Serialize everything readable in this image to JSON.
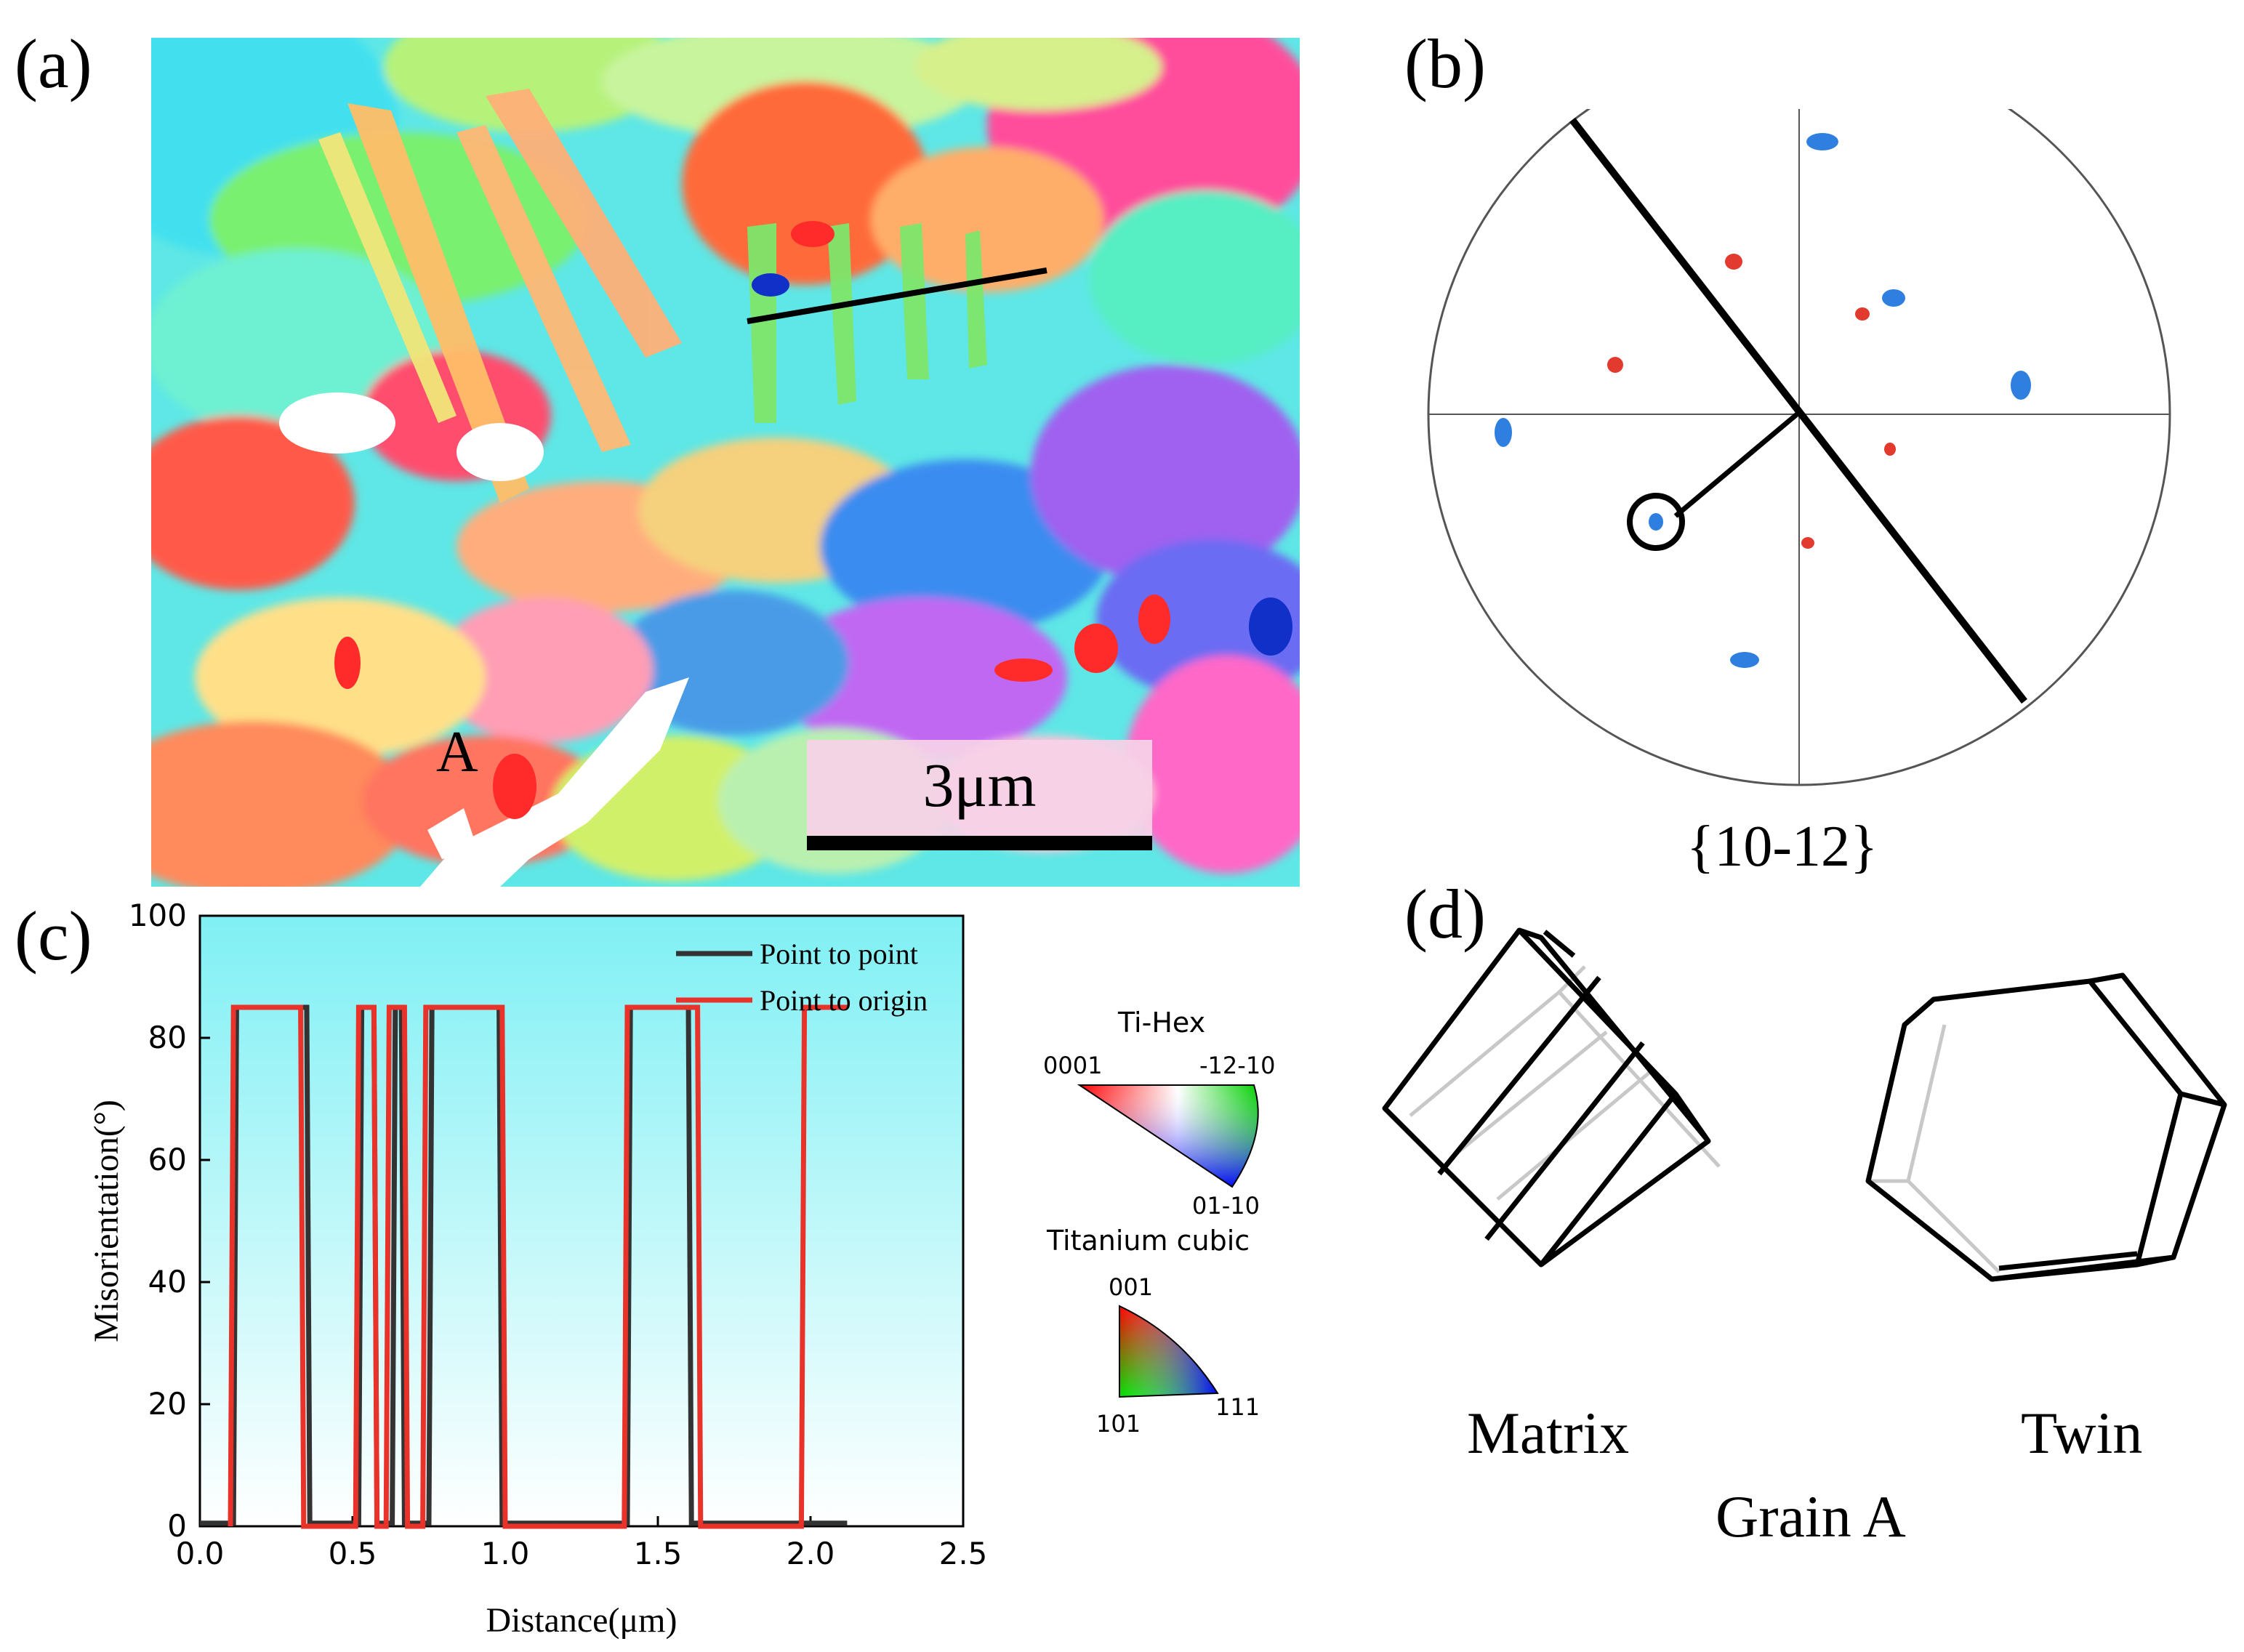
{
  "panels": {
    "a": {
      "label": "(a)",
      "grain_label": "A",
      "scale_bar": "3μm"
    },
    "b": {
      "label": "(b)",
      "pole_figure": "{10-12}",
      "colors": {
        "matrix": "#2f7fe0",
        "twin": "#e23a2e"
      }
    },
    "c": {
      "label": "(c)"
    },
    "d": {
      "label": "(d)",
      "matrix_label": "Matrix",
      "twin_label": "Twin",
      "caption": "Grain A"
    }
  },
  "color_keys": {
    "hex": {
      "title": "Ti-Hex",
      "c1": "0001",
      "c2": "-12-10",
      "c3": "01-10"
    },
    "cubic": {
      "title": "Titanium cubic",
      "c1": "001",
      "c2": "101",
      "c3": "111"
    }
  },
  "chart_data": {
    "type": "line",
    "title": "",
    "xlabel": "Distance(μm)",
    "ylabel": "Misorientation(°)",
    "xlim": [
      0.0,
      2.5
    ],
    "ylim": [
      0,
      100
    ],
    "xticks": [
      "0.0",
      "0.5",
      "1.0",
      "1.5",
      "2.0",
      "2.5"
    ],
    "yticks": [
      "0",
      "20",
      "40",
      "60",
      "80",
      "100"
    ],
    "legend_position": "top-right",
    "background": "cyan-to-white gradient",
    "series": [
      {
        "name": "Point to point",
        "color": "#333333",
        "x": [
          0.0,
          0.11,
          0.12,
          0.35,
          0.36,
          0.52,
          0.53,
          0.57,
          0.58,
          0.63,
          0.64,
          0.66,
          0.67,
          0.75,
          0.76,
          0.98,
          0.99,
          1.4,
          1.41,
          1.6,
          1.61,
          1.98,
          1.99,
          2.12
        ],
        "y": [
          0.5,
          0.5,
          85,
          85,
          0.5,
          0.5,
          85,
          85,
          0.5,
          0.5,
          85,
          85,
          0.5,
          0.5,
          85,
          85,
          0.5,
          0.5,
          85,
          85,
          0.5,
          0.5,
          0.5,
          0.5
        ]
      },
      {
        "name": "Point to origin",
        "color": "#e8322a",
        "x": [
          0.1,
          0.11,
          0.33,
          0.34,
          0.51,
          0.52,
          0.57,
          0.58,
          0.61,
          0.62,
          0.67,
          0.68,
          0.73,
          0.74,
          0.99,
          1.0,
          1.39,
          1.4,
          1.63,
          1.64,
          1.97,
          1.98,
          2.12
        ],
        "y": [
          0,
          85,
          85,
          0,
          0,
          85,
          85,
          0,
          0,
          85,
          85,
          0,
          0,
          85,
          85,
          0,
          0,
          85,
          85,
          0,
          0,
          85,
          85
        ]
      }
    ]
  }
}
